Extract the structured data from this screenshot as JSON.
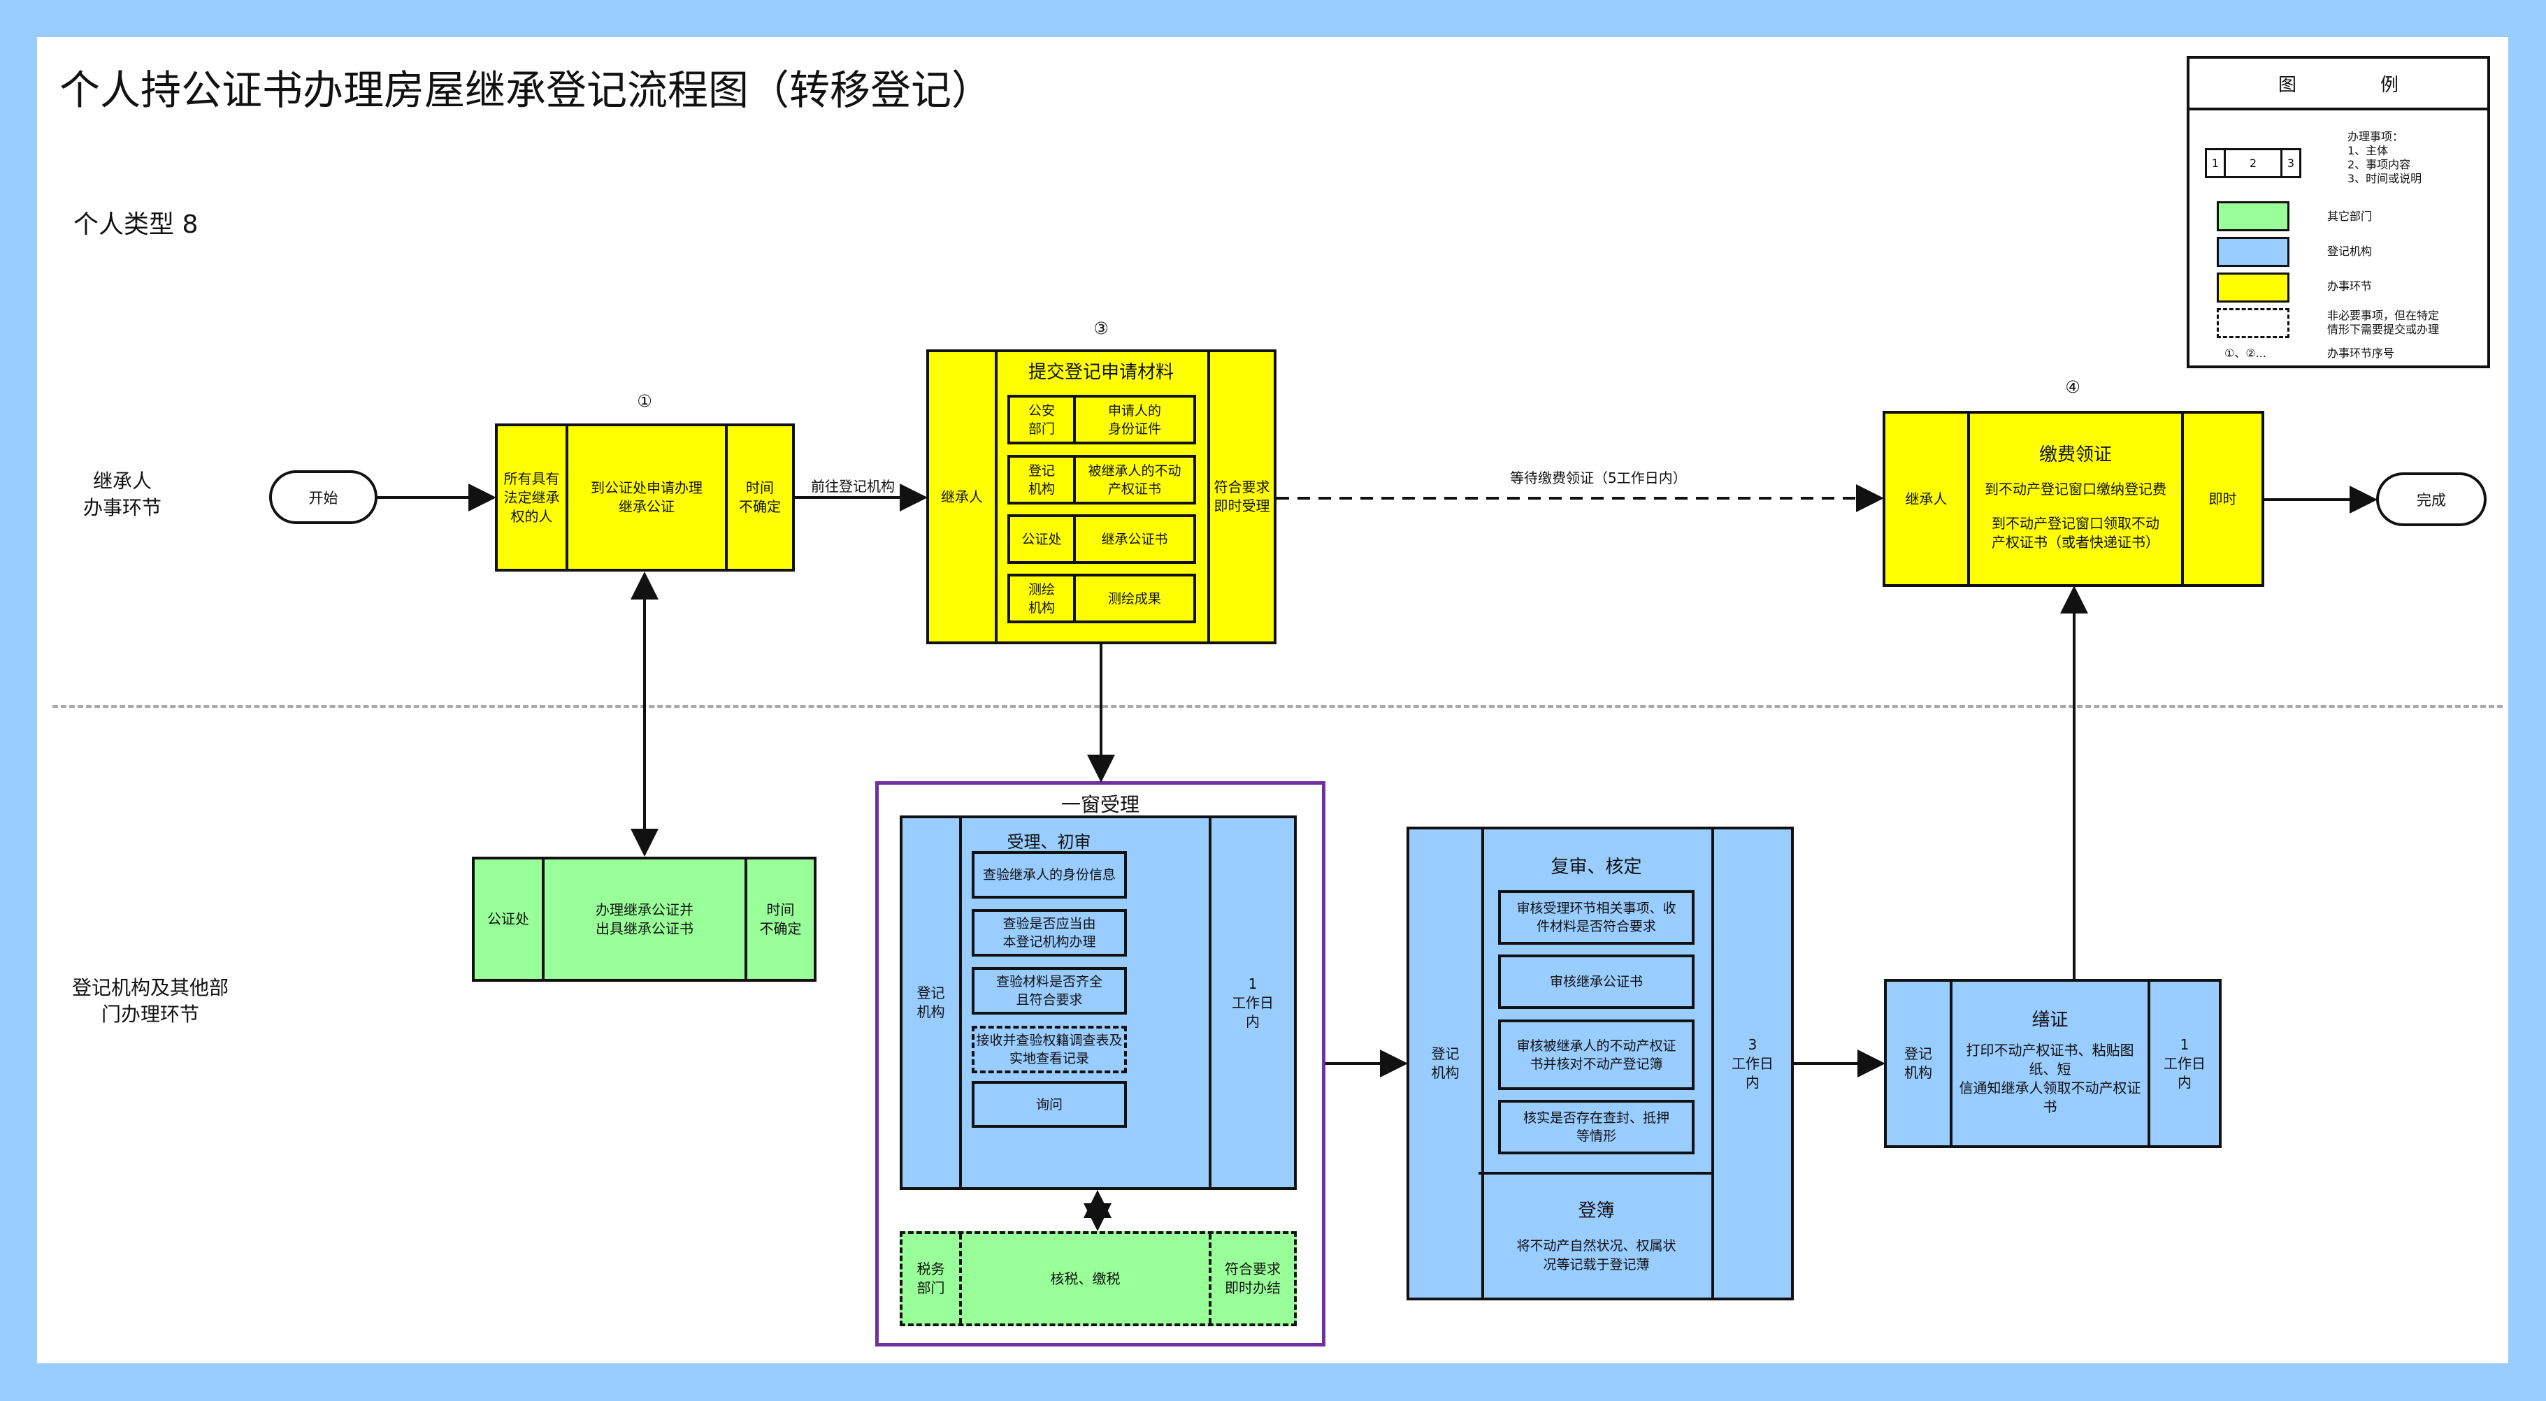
{
  "title": "个人持公证书办理房屋继承登记流程图（转移登记）",
  "subtitle": "个人类型 8",
  "colors": {
    "frame": "#99CCFF",
    "other_dept": "#99FF99",
    "registry": "#99CCFF",
    "applicant_step": "#FFFF00",
    "window_group": "#7030A0",
    "separator": "#A9A9A9"
  },
  "lanes": {
    "top": [
      "继承人",
      "办事环节"
    ],
    "bottom": [
      "登记机构及其他部",
      "门办理环节"
    ]
  },
  "legend": {
    "title_left": "图",
    "title_right": "例",
    "sample_cells": [
      "1",
      "2",
      "3"
    ],
    "items_title": "办理事项：",
    "items": [
      "1、主体",
      "2、事项内容",
      "3、时间或说明"
    ],
    "other_dept": "其它部门",
    "registry": "登记机构",
    "step": "办事环节",
    "optional": [
      "非必要事项，但在特定",
      "情形下需要提交或办理"
    ],
    "seq_sample": "①、②...",
    "seq": "办事环节序号"
  },
  "start": "开始",
  "end": "完成",
  "step1": {
    "no": "①",
    "subject": [
      "所有具有",
      "法定继承",
      "权的人"
    ],
    "content": [
      "到公证处申请办理",
      "继承公证"
    ],
    "time": [
      "时间",
      "不确定"
    ]
  },
  "edge_go": "前往登记机构",
  "step3": {
    "no": "③",
    "subject": "继承人",
    "title": "提交登记申请材料",
    "materials": [
      {
        "source": [
          "公安",
          "部门"
        ],
        "item": [
          "申请人的",
          "身份证件"
        ]
      },
      {
        "source": [
          "登记",
          "机构"
        ],
        "item": [
          "被继承人的不动",
          "产权证书"
        ]
      },
      {
        "source": [
          "公证处"
        ],
        "item": [
          "继承公证书"
        ]
      },
      {
        "source": [
          "测绘",
          "机构"
        ],
        "item": [
          "测绘成果"
        ]
      }
    ],
    "time": [
      "符合要求",
      "即时受理"
    ]
  },
  "edge_wait": "等待缴费领证（5工作日内）",
  "step4": {
    "no": "④",
    "subject": "继承人",
    "title": "缴费领证",
    "line1": "到不动产登记窗口缴纳登记费",
    "line2": [
      "到不动产登记窗口领取不动",
      "产权证书（或者快递证书）"
    ],
    "time": "即时"
  },
  "notary": {
    "subject": "公证处",
    "content": [
      "办理继承公证并",
      "出具继承公证书"
    ],
    "time": [
      "时间",
      "不确定"
    ]
  },
  "window": {
    "title": "一窗受理",
    "accept": {
      "subject": [
        "登记",
        "机构"
      ],
      "title": "受理、初审",
      "items": [
        {
          "text": [
            "查验继承人的身份信息"
          ],
          "optional": false
        },
        {
          "text": [
            "查验是否应当由",
            "本登记机构办理"
          ],
          "optional": false
        },
        {
          "text": [
            "查验材料是否齐全",
            "且符合要求"
          ],
          "optional": false
        },
        {
          "text": [
            "接收并查验权籍调查表及",
            "实地查看记录"
          ],
          "optional": true
        },
        {
          "text": [
            "询问"
          ],
          "optional": false
        }
      ],
      "time": [
        "1",
        "工作日",
        "内"
      ]
    },
    "tax": {
      "subject": [
        "税务",
        "部门"
      ],
      "content": "核税、缴税",
      "time": [
        "符合要求",
        "即时办结"
      ]
    }
  },
  "review": {
    "subject": [
      "登记",
      "机构"
    ],
    "title": "复审、核定",
    "items": [
      [
        "审核受理环节相关事项、收",
        "件材料是否符合要求"
      ],
      [
        "审核继承公证书"
      ],
      [
        "审核被继承人的不动产权证",
        "书并核对不动产登记簿"
      ],
      [
        "核实是否存在查封、抵押",
        "等情形"
      ]
    ],
    "register_title": "登簿",
    "register_desc": [
      "将不动产自然状况、权属状",
      "况等记载于登记薄"
    ],
    "time": [
      "3",
      "工作日",
      "内"
    ]
  },
  "certify": {
    "subject": [
      "登记",
      "机构"
    ],
    "title": "缮证",
    "desc": [
      "打印不动产权证书、粘贴图纸、短",
      "信通知继承人领取不动产权证书"
    ],
    "time": [
      "1",
      "工作日",
      "内"
    ]
  }
}
